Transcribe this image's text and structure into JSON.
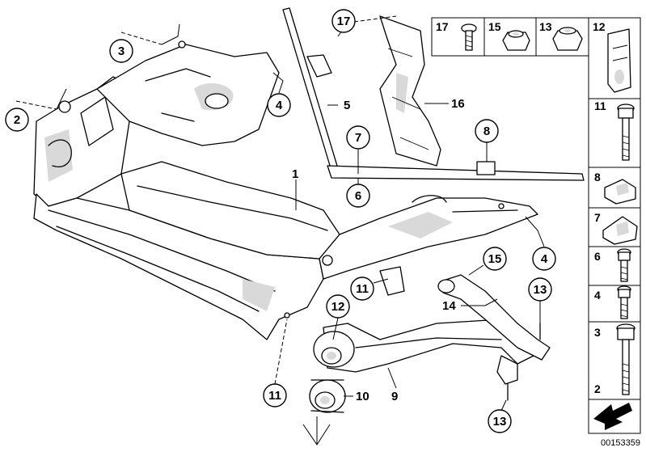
{
  "diagram": {
    "doc_number": "00153359",
    "callouts": [
      {
        "id": "c-17",
        "label": "17"
      },
      {
        "id": "c-3",
        "label": "3"
      },
      {
        "id": "c-2",
        "label": "2"
      },
      {
        "id": "c-4a",
        "label": "4"
      },
      {
        "id": "c-5",
        "label": "5"
      },
      {
        "id": "c-16",
        "label": "16"
      },
      {
        "id": "c-7",
        "label": "7"
      },
      {
        "id": "c-8",
        "label": "8"
      },
      {
        "id": "c-6",
        "label": "6"
      },
      {
        "id": "c-1",
        "label": "1"
      },
      {
        "id": "c-4b",
        "label": "4"
      },
      {
        "id": "c-15",
        "label": "15"
      },
      {
        "id": "c-11a",
        "label": "11"
      },
      {
        "id": "c-12",
        "label": "12"
      },
      {
        "id": "c-14",
        "label": "14"
      },
      {
        "id": "c-13a",
        "label": "13"
      },
      {
        "id": "c-9",
        "label": "9"
      },
      {
        "id": "c-10",
        "label": "10"
      },
      {
        "id": "c-11b",
        "label": "11"
      },
      {
        "id": "c-13b",
        "label": "13"
      }
    ],
    "parts_panel": {
      "top_row": [
        "17",
        "15",
        "13",
        "12"
      ],
      "right_column": [
        "11",
        "8",
        "7",
        "6",
        "4",
        "3",
        "2"
      ]
    }
  }
}
